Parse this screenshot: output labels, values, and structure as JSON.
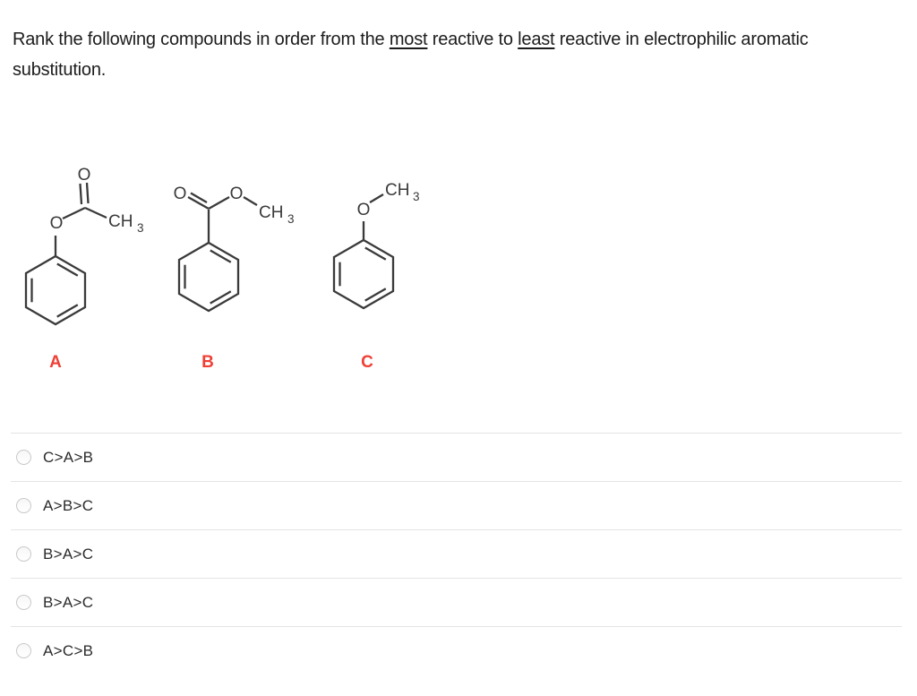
{
  "question": {
    "part1": "Rank the following compounds in order from the ",
    "underlined1": "most",
    "part2": " reactive to ",
    "underlined2": "least",
    "part3": " reactive in electrophilic aromatic substitution."
  },
  "atoms": {
    "oxygen": "O",
    "methyl": "CH",
    "methyl_subscript": "3"
  },
  "compounds": [
    {
      "label": "A"
    },
    {
      "label": "B"
    },
    {
      "label": "C"
    }
  ],
  "options": [
    {
      "label": "C>A>B"
    },
    {
      "label": "A>B>C"
    },
    {
      "label": "B>A>C"
    },
    {
      "label": "B>A>C"
    },
    {
      "label": "A>C>B"
    }
  ],
  "colors": {
    "compound_label": "#ee4036",
    "bond": "#3a3a3a",
    "divider": "#e4e4e4",
    "question_text": "#1c1c1c",
    "option_text": "#2b2b2b"
  }
}
